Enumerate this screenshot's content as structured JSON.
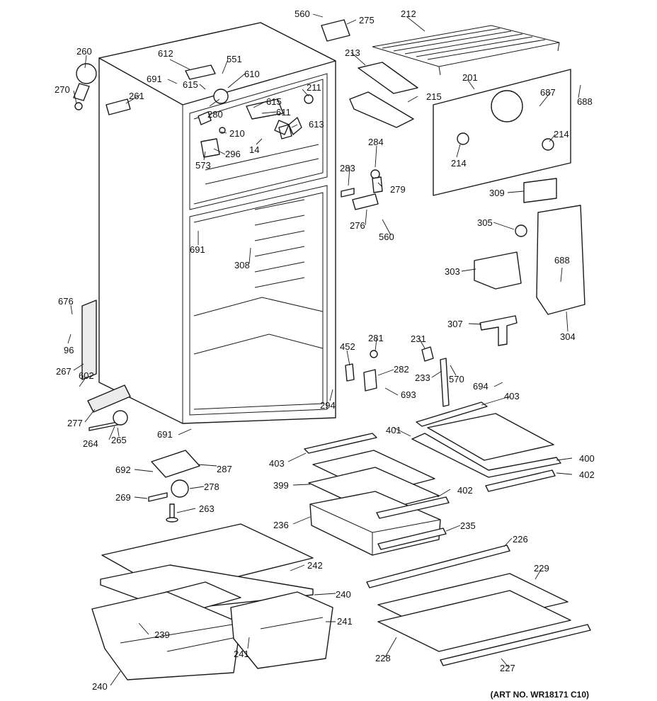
{
  "diagram": {
    "art_number": "(ART NO. WR18171 C10)",
    "callouts": {
      "c560a": "560",
      "c275": "275",
      "c212": "212",
      "c260": "260",
      "c270": "270",
      "c612": "612",
      "c551": "551",
      "c691a": "691",
      "c615a": "615",
      "c610": "610",
      "c261": "261",
      "c211": "211",
      "c615b": "615",
      "c280": "280",
      "c611": "611",
      "c613": "613",
      "c210": "210",
      "c296": "296",
      "c14": "14",
      "c573": "573",
      "c213": "213",
      "c215": "215",
      "c201": "201",
      "c687": "687",
      "c688a": "688",
      "c214a": "214",
      "c214b": "214",
      "c284": "284",
      "c283": "283",
      "c279": "279",
      "c276": "276",
      "c560b": "560",
      "c309": "309",
      "c305": "305",
      "c691b": "691",
      "c308": "308",
      "c303": "303",
      "c688b": "688",
      "c307": "307",
      "c304": "304",
      "c676": "676",
      "c96": "96",
      "c267": "267",
      "c602": "602",
      "c277": "277",
      "c264": "264",
      "c265": "265",
      "c691c": "691",
      "c452": "452",
      "c281": "281",
      "c282": "282",
      "c231": "231",
      "c233": "233",
      "c570": "570",
      "c693": "693",
      "c694": "694",
      "c294": "294",
      "c403a": "403",
      "c401": "401",
      "c403b": "403",
      "c400": "400",
      "c402a": "402",
      "c399": "399",
      "c402b": "402",
      "c692": "692",
      "c287": "287",
      "c278": "278",
      "c269": "269",
      "c263": "263",
      "c236": "236",
      "c235": "235",
      "c226": "226",
      "c229": "229",
      "c242": "242",
      "c240a": "240",
      "c241a": "241",
      "c239": "239",
      "c241b": "241",
      "c240b": "240",
      "c228": "228",
      "c227": "227"
    }
  }
}
